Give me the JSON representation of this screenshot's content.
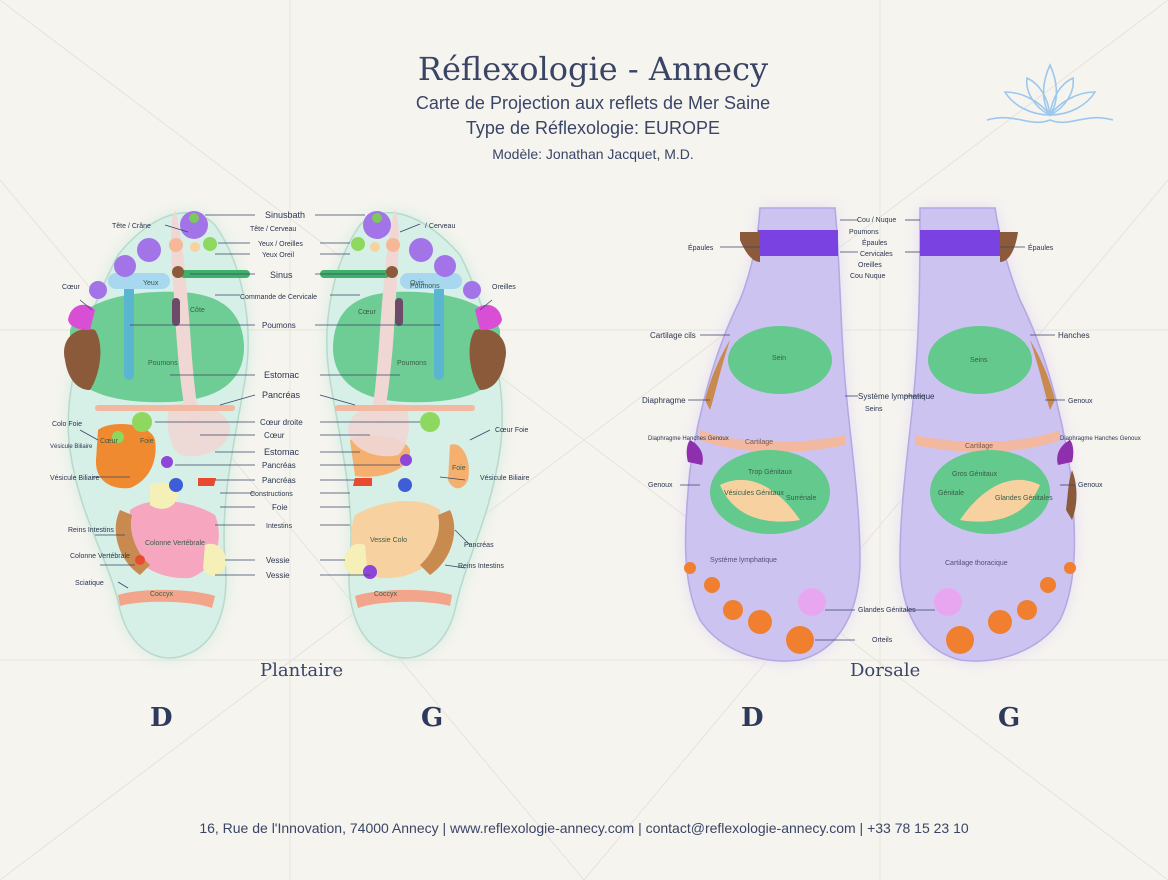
{
  "header": {
    "title": "Réflexologie - Annecy",
    "subtitle": "Carte de Projection aux reflets de Mer Saine",
    "type_line": "Type de Réflexologie: EUROPE",
    "model_line": "Modèle: Jonathan Jacquet, M.D."
  },
  "plantar": {
    "view_label": "Plantaire",
    "right_letter": "D",
    "left_letter": "G",
    "labels_left": [
      "Tête / Crâne",
      "Cœur",
      "Colo Foie",
      "Vésicule Biliaire",
      "Vésicule Biliaire",
      "Reins Intestins",
      "Colonne Vertébrale",
      "Sciatique"
    ],
    "labels_center": [
      "Sinusbath",
      "Tête / Cerveau",
      "Yeux / Oreilles",
      "Yeux Oreil",
      "Sinus",
      "Commande de Cervicale",
      "Poumons",
      "Estomac",
      "Pancréas",
      "Cœur droite",
      "Cœur",
      "Estomac",
      "Pancréas",
      "Pancréas",
      "Constructions",
      "Foie",
      "Intestins",
      "Vessie",
      "Vessie"
    ],
    "labels_right": [
      "/ Cerveau",
      "Oreilles",
      "Cœur Foie",
      "Vésicule Biliaire",
      "Pancréas",
      "Reins Intestins"
    ],
    "inner_labels": [
      "Yeux",
      "Poumons",
      "Poumons",
      "Côte",
      "Cœur",
      "Foie",
      "Cœur",
      "Poumons",
      "Foie",
      "Colonne Vertébrale",
      "Vessie Colo",
      "Coccyx",
      "Coccyx",
      "Ovis"
    ]
  },
  "dorsal": {
    "view_label": "Dorsale",
    "right_letter": "D",
    "left_letter": "G",
    "labels_left": [
      "Épaules",
      "Cartilage cils",
      "Diaphragme",
      "Diaphragme Hanches Genoux",
      "Genoux"
    ],
    "labels_center": [
      "Cou / Nuque",
      "Poumons",
      "Épaules",
      "Cervicales",
      "Oreilles",
      "Cou Nuque",
      "Système lymphatique",
      "Seins",
      "Glandes Génitales",
      "Orteils"
    ],
    "labels_right": [
      "Épaules",
      "Hanches",
      "Genoux",
      "Diaphragme Hanches Genoux",
      "Genoux"
    ],
    "inner_labels": [
      "Sein",
      "Seins",
      "Cartilage",
      "Cartilage",
      "Trop Génitaux",
      "Vésicules Génitaux",
      "Surrénale",
      "Gros Génitaux",
      "Génitale",
      "Glandes Génitales",
      "Système lymphatique",
      "Cartilage thoracique"
    ]
  },
  "footer": {
    "contact_line": "16, Rue de l'Innovation, 74000 Annecy | www.reflexologie-annecy.com | contact@reflexologie-annecy.com | +33 78 15 23 10"
  },
  "colors": {
    "background": "#f6f4ef",
    "ink": "#3a4566",
    "plantar_base": "#d6efe7",
    "dorsal_base": "#ccc3f0",
    "lung_green": "#63c98c",
    "orange": "#f0923a",
    "purple_toe": "#8e66e0",
    "pink": "#f5a1c0",
    "lotus": "#9cc8ee"
  }
}
